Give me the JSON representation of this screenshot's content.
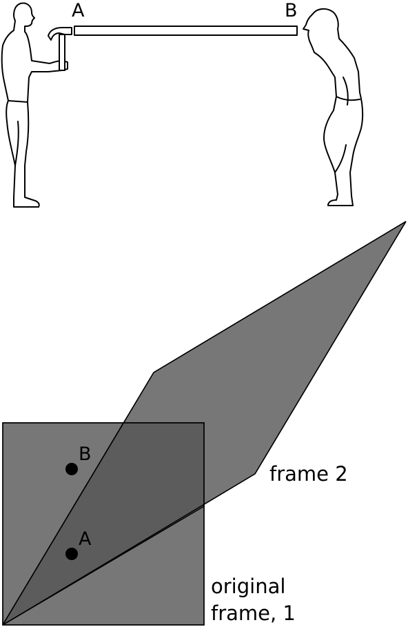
{
  "top_scene": {
    "label_a": "A",
    "label_b": "B"
  },
  "frames": {
    "point_a_label": "A",
    "point_b_label": "B",
    "frame2_label": "frame 2",
    "frame1_label_line1": "original",
    "frame1_label_line2": "frame, 1",
    "colors": {
      "frame1_fill": "#777777",
      "frame2_fill": "#777777",
      "overlap_fill": "#5c5c5c",
      "stroke": "#000000",
      "points": "#000000"
    }
  }
}
